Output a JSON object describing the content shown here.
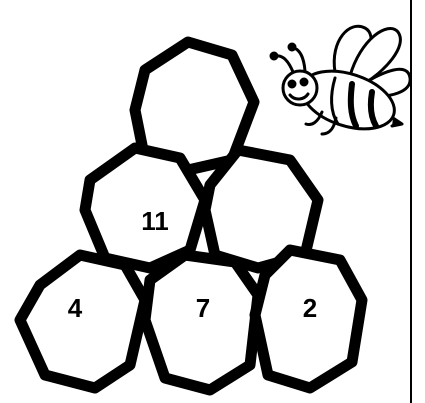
{
  "puzzle": {
    "cells": [
      {
        "id": "top",
        "value": ""
      },
      {
        "id": "middle-left",
        "value": "11"
      },
      {
        "id": "middle-right",
        "value": ""
      },
      {
        "id": "bottom-left",
        "value": "4"
      },
      {
        "id": "bottom-middle",
        "value": "7"
      },
      {
        "id": "bottom-right",
        "value": "2"
      }
    ]
  },
  "decoration": {
    "icon": "bee-icon"
  },
  "colors": {
    "ink": "#000000",
    "paper": "#ffffff"
  }
}
